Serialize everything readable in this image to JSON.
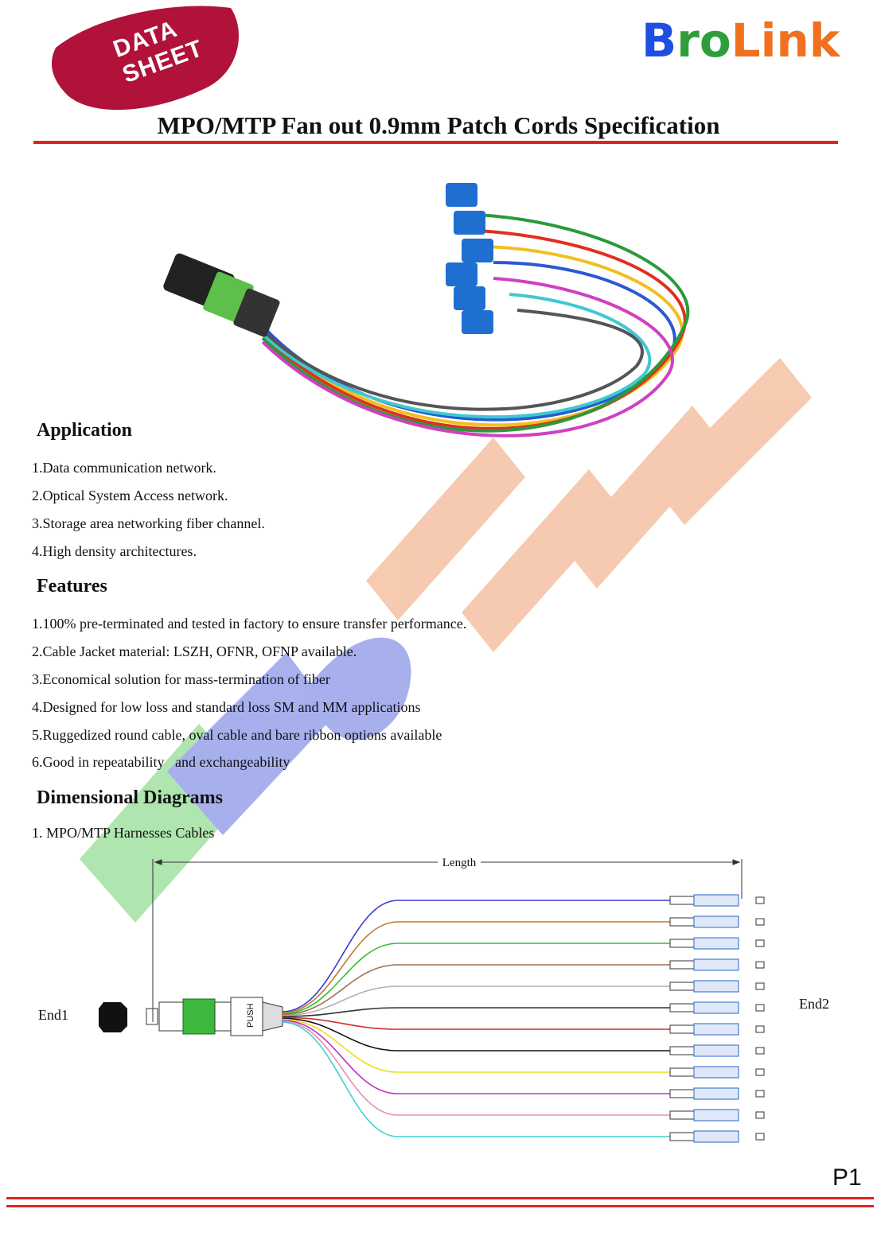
{
  "header": {
    "badge_text": "DATA SHEET",
    "logo": {
      "part1": "B",
      "part2": "ro",
      "part3": "Link"
    },
    "title": "MPO/MTP Fan out 0.9mm Patch Cords Specification"
  },
  "application": {
    "heading": "Application",
    "items": [
      "1.Data communication network.",
      "2.Optical System Access network.",
      "3.Storage area networking fiber channel.",
      "4.High density architectures."
    ]
  },
  "features": {
    "heading": "Features",
    "items": [
      "1.100% pre-terminated and tested in factory to ensure transfer performance.",
      "2.Cable Jacket material: LSZH, OFNR, OFNP available.",
      "3.Economical solution for mass-termination of fiber",
      "4.Designed for low loss and standard loss SM and MM applications",
      "5.Ruggedized round cable, oval cable and bare ribbon options available",
      "6.Good in repeatability   and exchangeability"
    ]
  },
  "diagrams": {
    "heading": "Dimensional Diagrams",
    "subheading": "1. MPO/MTP Harnesses Cables",
    "length_label": "Length",
    "end1_label": "End1",
    "end2_label": "End2",
    "push_label": "PUSH",
    "fiber_colors": [
      "#3a3ad0",
      "#c07830",
      "#30c030",
      "#9a7050",
      "#b0b0b0",
      "#333333",
      "#d03030",
      "#111111",
      "#e8e020",
      "#c030c0",
      "#e890b0",
      "#40d0d0"
    ]
  },
  "footer": {
    "page": "P1"
  },
  "colors": {
    "accent_red": "#e0241c",
    "connector_green": "#3cb83c",
    "lc_blue": "#2a64c8"
  }
}
